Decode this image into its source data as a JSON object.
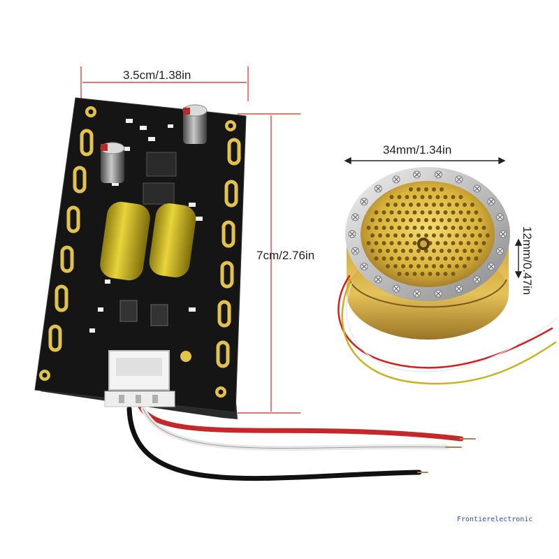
{
  "dimensions": {
    "board_width": "3.5cm/1.38in",
    "board_height": "7cm/2.76in",
    "capsule_diameter": "34mm/1.34in",
    "capsule_thickness": "12mm/0.47in"
  },
  "watermark": "Frontierelectronic",
  "colors": {
    "pcb": "#1a1a1a",
    "pad_gold": "#e2c24a",
    "capacitor_yellow": "#d9c321",
    "dimension_line": "#e04545",
    "watermark_text": "#2a4fa8"
  }
}
